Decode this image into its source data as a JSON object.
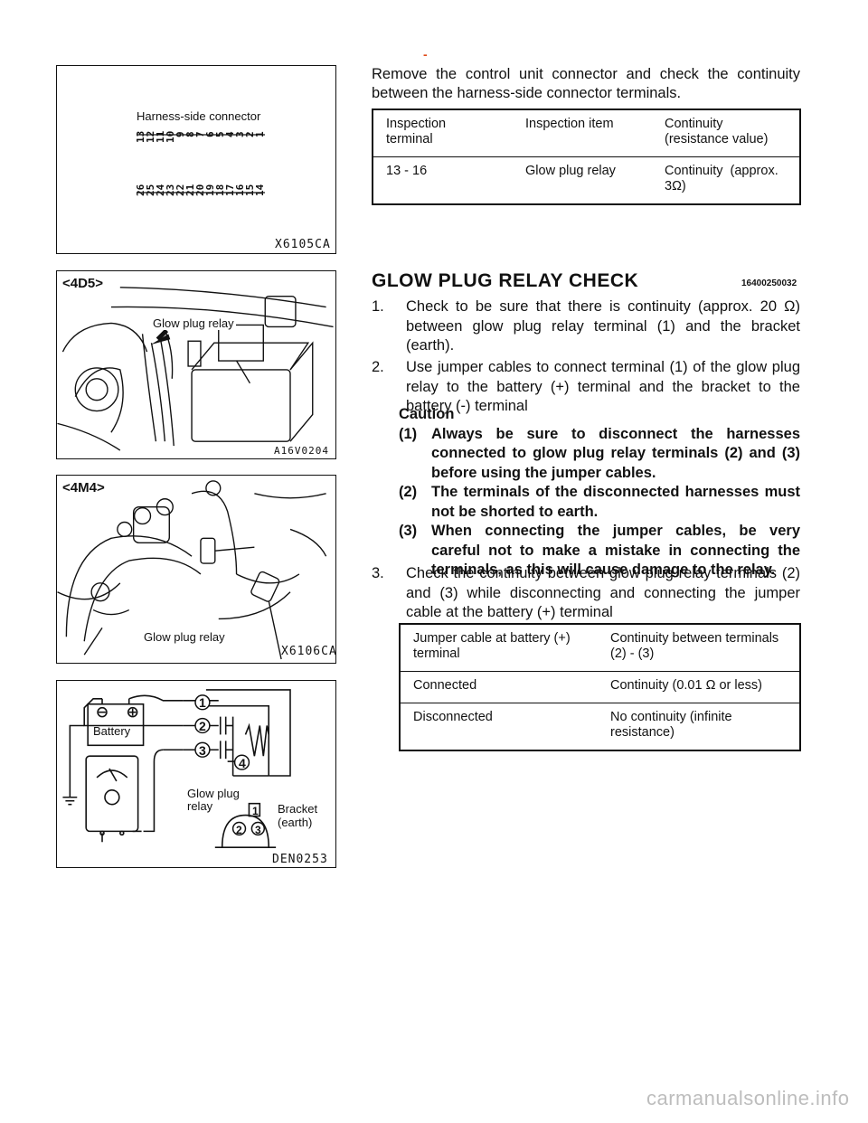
{
  "page_mark": "-",
  "fig1": {
    "label": "Harness-side connector",
    "code": "X6105CA",
    "pins_top": [
      "1",
      "2",
      "3",
      "4",
      "5",
      "6",
      "7",
      "8",
      "9",
      "10",
      "11",
      "12",
      "13"
    ],
    "pins_bottom": [
      "14",
      "15",
      "16",
      "17",
      "18",
      "19",
      "20",
      "21",
      "22",
      "23",
      "24",
      "25",
      "26"
    ]
  },
  "fig2": {
    "tag": "<4D5>",
    "label": "Glow plug relay",
    "code": "A16V0204"
  },
  "fig3": {
    "tag": "<4M4>",
    "label": "Glow plug relay",
    "code": "X6106CA"
  },
  "fig4": {
    "battery": "Battery",
    "relay": "Glow plug\nrelay",
    "bracket": "Bracket\n(earth)",
    "t1": "1",
    "t2": "2",
    "t3": "3",
    "t4": "4",
    "code": "DEN0253"
  },
  "intro": "Remove the control unit connector and check the continuity between the harness-side connector terminals.",
  "table1": {
    "headers": [
      "Inspection\nterminal",
      "Inspection item",
      "Continuity\n(resistance value)"
    ],
    "rows": [
      [
        "13 - 16",
        "Glow plug relay",
        "Continuity  (approx.\n3Ω)"
      ]
    ]
  },
  "section": {
    "title": "GLOW PLUG RELAY CHECK",
    "code": "16400250032"
  },
  "steps": [
    {
      "num": "1.",
      "text": "Check to be sure that there is continuity (approx. 20 Ω) between glow plug relay terminal (1) and the bracket (earth)."
    },
    {
      "num": "2.",
      "text": "Use jumper cables to connect terminal (1) of the glow plug relay to the battery (+) terminal and the bracket to the battery (-) terminal"
    },
    {
      "num": "3.",
      "text": "Check the continuity between glow plug relay terminals (2) and (3) while disconnecting and connecting the jumper cable at the battery (+) terminal"
    }
  ],
  "caution": {
    "title": "Caution",
    "items": [
      {
        "num": "(1)",
        "text": "Always be sure to disconnect the harnesses connected to glow plug relay terminals (2) and (3) before using the jumper cables."
      },
      {
        "num": "(2)",
        "text": "The terminals of the disconnected harnesses must not be shorted to earth."
      },
      {
        "num": "(3)",
        "text": "When connecting the jumper cables, be very careful not to make a mistake in connecting the terminals, as this will cause damage to the relay."
      }
    ]
  },
  "table2": {
    "headers": [
      "Jumper cable at battery (+)\nterminal",
      "Continuity between terminals\n(2) - (3)"
    ],
    "rows": [
      [
        "Connected",
        "Continuity (0.01 Ω or less)"
      ],
      [
        "Disconnected",
        "No continuity (infinite\nresistance)"
      ]
    ]
  },
  "watermark": "carmanualsonline.info"
}
